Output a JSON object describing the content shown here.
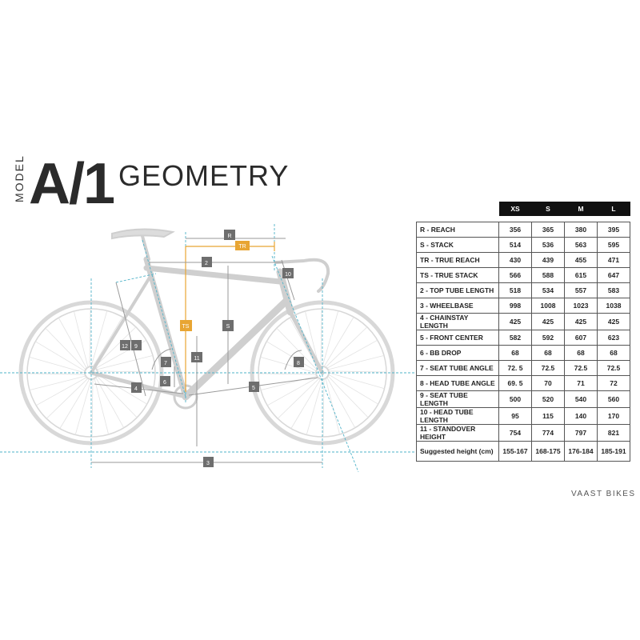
{
  "header": {
    "model_label": "MODEL",
    "model_name": "A/1",
    "title": "GEOMETRY"
  },
  "diagram": {
    "markers": {
      "reach": "R",
      "true_reach": "TR",
      "top_tube": "2",
      "head_tube": "10",
      "seat_tube_length": "9",
      "true_stack": "TS",
      "standover": "11",
      "stack": "S",
      "seat_angle": "7",
      "head_angle": "8",
      "bb_drop": "6",
      "chainstay": "4",
      "front_center": "5",
      "wheelbase": "3",
      "marker_12": "12",
      "marker_9": "9"
    },
    "colors": {
      "frame": "#cfcfcf",
      "dimension": "#9a9a9a",
      "guide": "#4fb3c9",
      "accent": "#e8a533",
      "marker_bg": "#6e6e6e"
    }
  },
  "table": {
    "sizes": [
      "XS",
      "S",
      "M",
      "L"
    ],
    "rows": [
      {
        "label": "R - REACH",
        "values": [
          "356",
          "365",
          "380",
          "395"
        ]
      },
      {
        "label": "S - STACK",
        "values": [
          "514",
          "536",
          "563",
          "595"
        ]
      },
      {
        "label": "TR - TRUE REACH",
        "values": [
          "430",
          "439",
          "455",
          "471"
        ]
      },
      {
        "label": "TS - TRUE STACK",
        "values": [
          "566",
          "588",
          "615",
          "647"
        ]
      },
      {
        "label": "2 - TOP TUBE LENGTH",
        "values": [
          "518",
          "534",
          "557",
          "583"
        ]
      },
      {
        "label": "3 - WHEELBASE",
        "values": [
          "998",
          "1008",
          "1023",
          "1038"
        ]
      },
      {
        "label": "4 - CHAINSTAY LENGTH",
        "values": [
          "425",
          "425",
          "425",
          "425"
        ]
      },
      {
        "label": "5 - FRONT CENTER",
        "values": [
          "582",
          "592",
          "607",
          "623"
        ]
      },
      {
        "label": "6 - BB DROP",
        "values": [
          "68",
          "68",
          "68",
          "68"
        ]
      },
      {
        "label": "7 - SEAT TUBE ANGLE",
        "values": [
          "72. 5",
          "72.5",
          "72.5",
          "72.5"
        ]
      },
      {
        "label": "8 - HEAD TUBE ANGLE",
        "values": [
          "69. 5",
          "70",
          "71",
          "72"
        ]
      },
      {
        "label": "9 - SEAT TUBE LENGTH",
        "values": [
          "500",
          "520",
          "540",
          "560"
        ]
      },
      {
        "label": "10 - HEAD TUBE LENGTH",
        "values": [
          "95",
          "115",
          "140",
          "170"
        ]
      },
      {
        "label": "11 - STANDOVER HEIGHT",
        "values": [
          "754",
          "774",
          "797",
          "821"
        ]
      },
      {
        "label": "Suggested height (cm)",
        "values": [
          "155-167",
          "168-175",
          "176-184",
          "185-191"
        ]
      }
    ]
  },
  "brand": "VAAST BIKES"
}
